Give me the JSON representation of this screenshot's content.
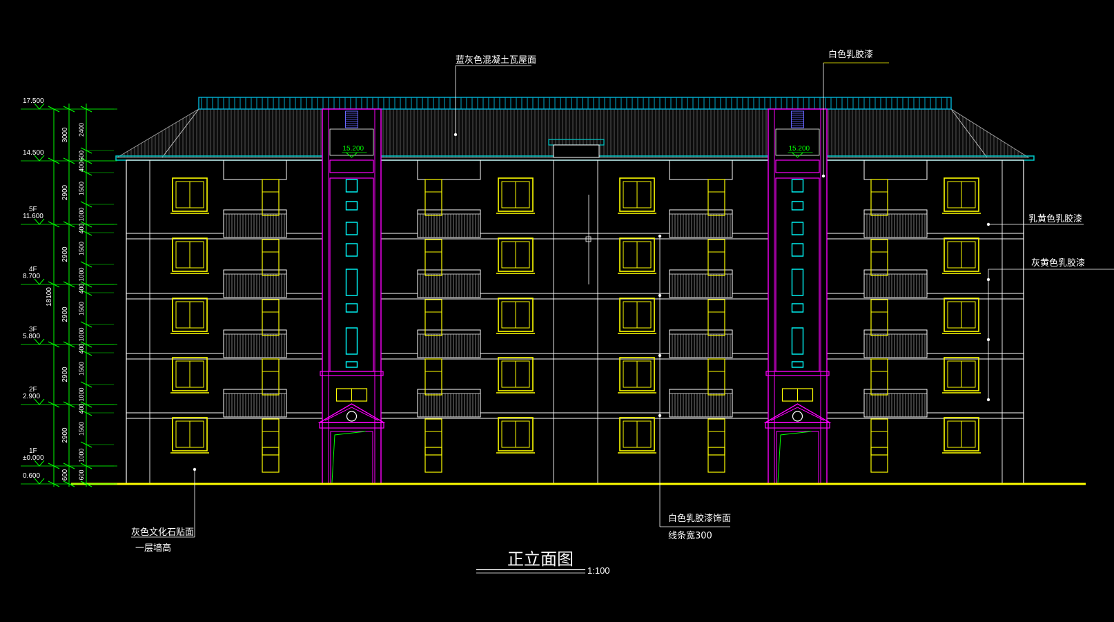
{
  "drawing": {
    "title": "正立面图",
    "scale": "1:100"
  },
  "colors": {
    "background": "#000000",
    "wall": "#ffffff",
    "window": "#ffff00",
    "pier": "#ff00ff",
    "stair_window": "#00ffff",
    "roof": "#00cccc",
    "roof_hatch": "#9a9a9a",
    "dimension": "#00ff00",
    "ground": "#ffff00"
  },
  "annotations": {
    "roof_tile": "蓝灰色混凝土瓦屋面",
    "white_latex_paint": "白色乳胶漆",
    "cream_latex_paint": "乳黄色乳胶漆",
    "grey_yellow_latex_paint": "灰黄色乳胶漆",
    "white_trim_finish": "白色乳胶漆饰面",
    "trim_width": "线条宽300",
    "grey_stone_cladding": "灰色文化石贴面",
    "ground_floor_wall_height": "一层墙高"
  },
  "levels": [
    {
      "floor": "",
      "elevation": "17.500"
    },
    {
      "floor": "",
      "elevation": "14.500"
    },
    {
      "floor": "5F",
      "elevation": "11.600"
    },
    {
      "floor": "4F",
      "elevation": "8.700"
    },
    {
      "floor": "3F",
      "elevation": "5.800"
    },
    {
      "floor": "2F",
      "elevation": "2.900"
    },
    {
      "floor": "1F",
      "elevation": "±0.000"
    },
    {
      "floor": "",
      "elevation": "0.600"
    }
  ],
  "stair_top_level": "15.200",
  "dimensions": {
    "total": "18100",
    "outer": [
      "3000",
      "2900",
      "2900",
      "2900",
      "2900",
      "2900",
      "600"
    ],
    "inner": [
      "2400",
      "600",
      "400",
      "1500",
      "1000",
      "400",
      "1500",
      "1000",
      "400",
      "1500",
      "1000",
      "400",
      "1500",
      "1000",
      "400",
      "1500",
      "1000",
      "600"
    ]
  }
}
